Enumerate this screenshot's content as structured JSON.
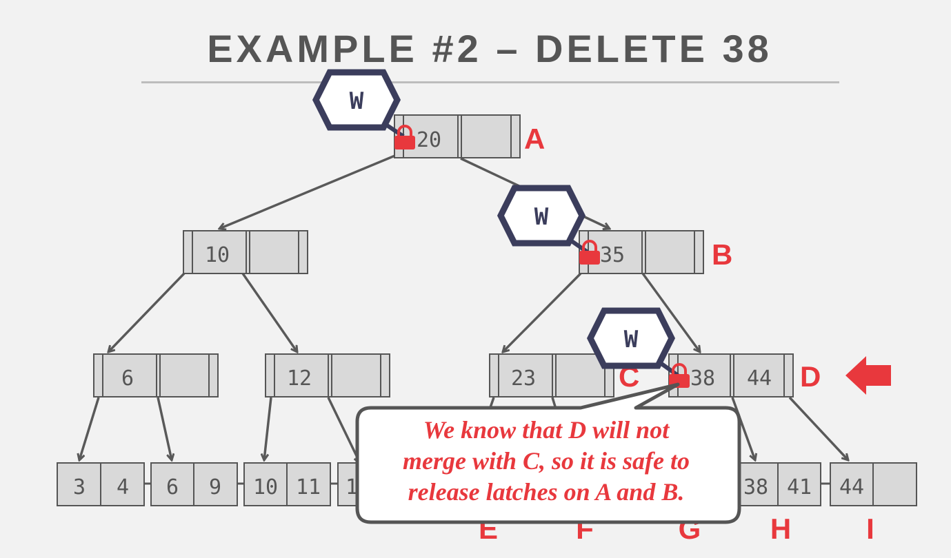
{
  "title": "EXAMPLE #2 – DELETE 38",
  "colors": {
    "background": "#f2f2f2",
    "node_fill": "#d9d9d9",
    "node_stroke": "#555555",
    "edge": "#595959",
    "label_red": "#e8383d",
    "latch_dark": "#3b3d5c"
  },
  "latch_label": "W",
  "nodes": {
    "A": {
      "keys": [
        "20",
        ""
      ],
      "label": "A"
    },
    "B": {
      "keys": [
        "35",
        ""
      ],
      "label": "B"
    },
    "n10": {
      "keys": [
        "10",
        ""
      ]
    },
    "n6": {
      "keys": [
        "6",
        ""
      ]
    },
    "n12": {
      "keys": [
        "12",
        ""
      ]
    },
    "C": {
      "keys": [
        "23",
        ""
      ],
      "label": "C"
    },
    "D": {
      "keys": [
        "38",
        "44"
      ],
      "label": "D"
    }
  },
  "leaves": [
    {
      "keys": [
        "3",
        "4"
      ]
    },
    {
      "keys": [
        "6",
        "9"
      ]
    },
    {
      "keys": [
        "10",
        "11"
      ]
    },
    {
      "keys": [
        "1",
        ""
      ]
    },
    {
      "keys": [
        "38",
        "41"
      ],
      "label": "H"
    },
    {
      "keys": [
        "44",
        ""
      ],
      "label": "I"
    }
  ],
  "leaf_labels": [
    "E",
    "F",
    "G",
    "H",
    "I"
  ],
  "callout": {
    "lines": [
      "We know that D will not",
      "merge with C, so it is safe to",
      "release latches on A and B."
    ]
  }
}
